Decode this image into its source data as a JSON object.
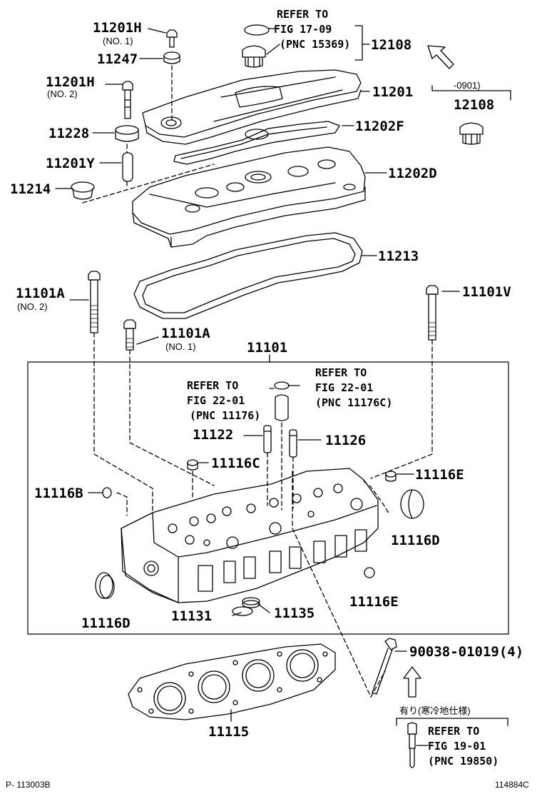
{
  "parts": {
    "p11201H": "11201H",
    "p11201H_note": "(NO. 1)",
    "p11247": "11247",
    "p11201H2": "11201H",
    "p11201H2_note": "(NO. 2)",
    "p11228": "11228",
    "p11201Y": "11201Y",
    "p11214": "11214",
    "p12108a": "12108",
    "p11201": "11201",
    "p12108b": "12108",
    "p11202F": "11202F",
    "p11202D": "11202D",
    "p11213": "11213",
    "p11101A2": "11101A",
    "p11101A2_note": "(NO. 2)",
    "p11101A1": "11101A",
    "p11101A1_note": "(NO. 1)",
    "p11101V": "11101V",
    "p11101": "11101",
    "p11122": "11122",
    "p11126": "11126",
    "p11116C": "11116C",
    "p11116E_top": "11116E",
    "p11116B": "11116B",
    "p11116D_right": "11116D",
    "p11116D_left": "11116D",
    "p11116E_bot": "11116E",
    "p11131": "11131",
    "p11135": "11135",
    "p90038": "90038-01019(4)",
    "p11115": "11115"
  },
  "refs": {
    "r1": {
      "l1": "REFER TO",
      "l2": "FIG 17-09",
      "l3": "(PNC 15369)"
    },
    "r2": {
      "l1": "REFER TO",
      "l2": "FIG 22-01",
      "l3": "(PNC 11176)"
    },
    "r3": {
      "l1": "REFER TO",
      "l2": "FIG 22-01",
      "l3": "(PNC 11176C)"
    },
    "r4": {
      "l1": "REFER TO",
      "l2": "FIG 19-01",
      "l3": "(PNC 19850)"
    }
  },
  "notes": {
    "date_range": "-0901)",
    "cold_spec": "有り(寒冷地仕様)"
  },
  "footer": {
    "left": "P- 113003B",
    "right": "114884C"
  },
  "colors": {
    "ink": "#000000",
    "paper": "#ffffff"
  }
}
